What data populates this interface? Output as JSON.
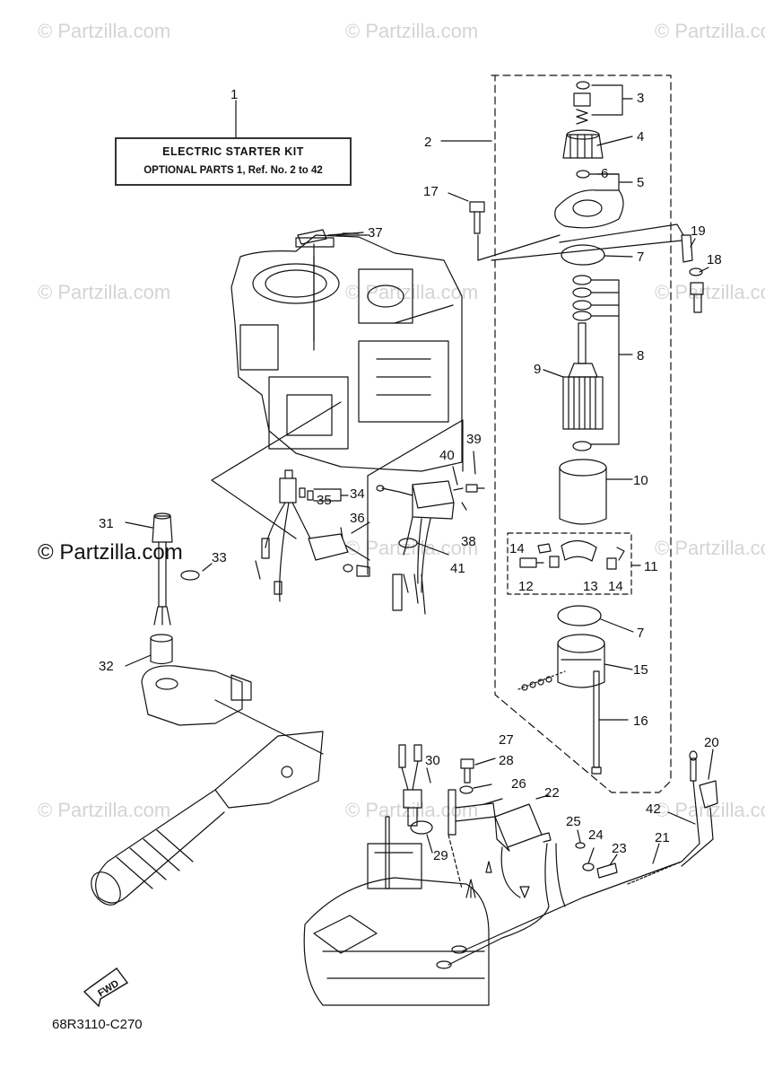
{
  "watermarks": {
    "text": "© Partzilla.com",
    "featured": "© Partzilla.com"
  },
  "kit_label": {
    "title": "ELECTRIC  STARTER KIT",
    "subtitle": "OPTIONAL PARTS 1, Ref. No. 2 to 42"
  },
  "diagram_code": "68R3110-C270",
  "fwd_label": "FWD",
  "callouts": [
    "1",
    "2",
    "3",
    "4",
    "5",
    "6",
    "7",
    "8",
    "9",
    "10",
    "11",
    "12",
    "13",
    "14",
    "15",
    "16",
    "17",
    "18",
    "19",
    "20",
    "21",
    "22",
    "23",
    "24",
    "25",
    "26",
    "27",
    "28",
    "29",
    "30",
    "31",
    "32",
    "33",
    "34",
    "35",
    "36",
    "37",
    "38",
    "39",
    "40",
    "41",
    "42"
  ],
  "colors": {
    "line": "#111111",
    "watermark": "#d4d4d4",
    "background": "#ffffff"
  }
}
